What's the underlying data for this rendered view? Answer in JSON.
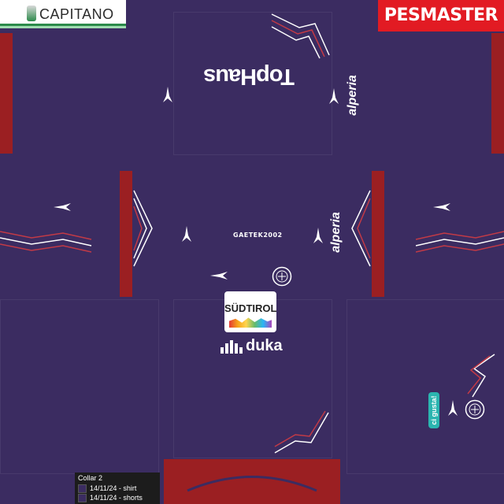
{
  "competition_badge": {
    "label": "CAPITANO"
  },
  "brand": {
    "label": "PESMASTER",
    "color": "#e21b23"
  },
  "kit": {
    "base_color": "#3b2c61",
    "trim_color": "#9b1f22",
    "front_sponsor": "TopHaus",
    "sleeve_sponsor": "alperia",
    "signature": "GAETEK2002",
    "back_sponsor_top": "SÜDTIROL",
    "back_sponsor_bottom": "duka",
    "shorts_sponsor": "ci gusta!"
  },
  "legend": {
    "title": "Collar 2",
    "items": [
      {
        "label": "14/11/24 - shirt"
      },
      {
        "label": "14/11/24 - shorts"
      }
    ]
  },
  "icons": [
    "mizuno-logo-icon",
    "club-crest-icon",
    "chevron-pattern-icon"
  ]
}
